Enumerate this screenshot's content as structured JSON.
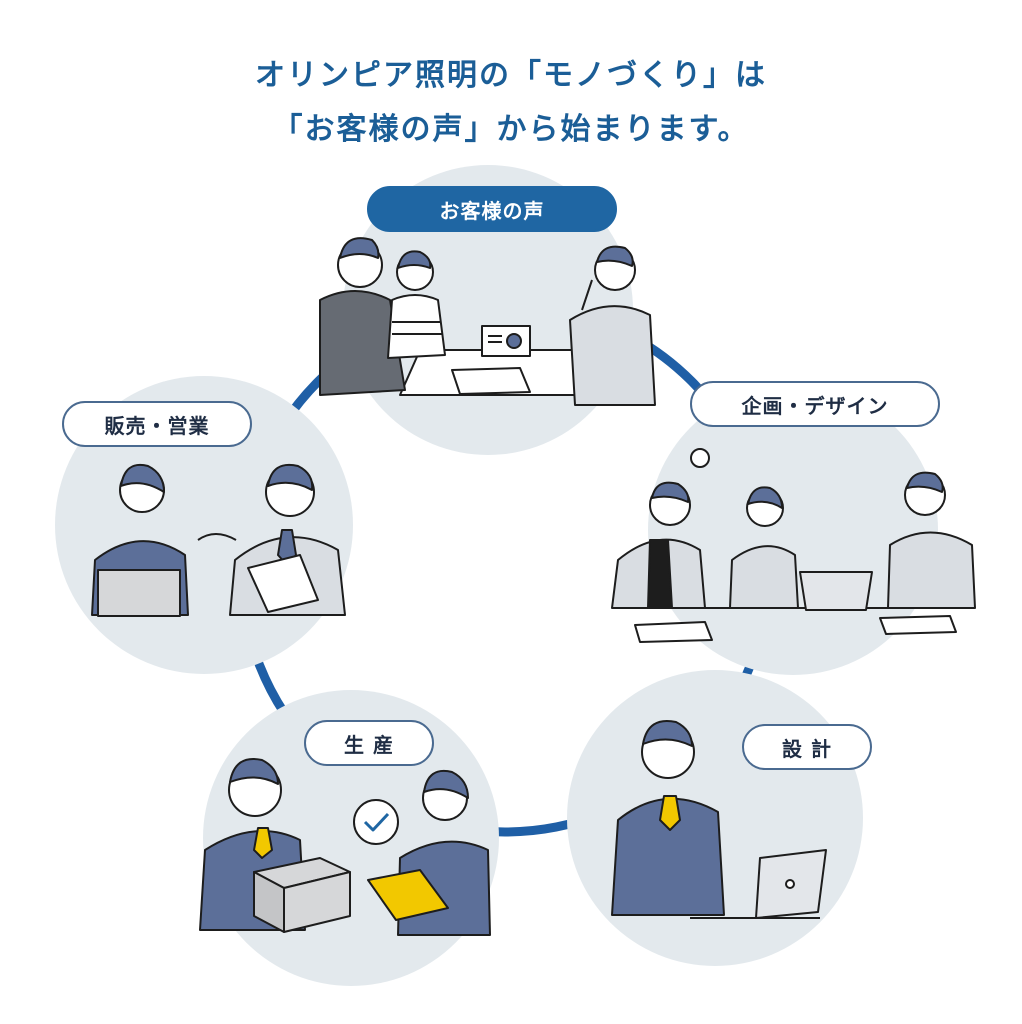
{
  "headline": {
    "line1": "オリンピア照明の「モノづくり」は",
    "line2": "「お客様の声」から始まります。"
  },
  "stages": {
    "voice": "お客様の声",
    "planning": "企画・デザイン",
    "design": "設 計",
    "production": "生 産",
    "sales": "販売・営業"
  },
  "colors": {
    "headline": "#1b5e97",
    "ring": "#1f5fa6",
    "circle_fill": "#e3e9ed",
    "suit_blue": "#5c6f99",
    "accent_yellow": "#f2c800"
  }
}
